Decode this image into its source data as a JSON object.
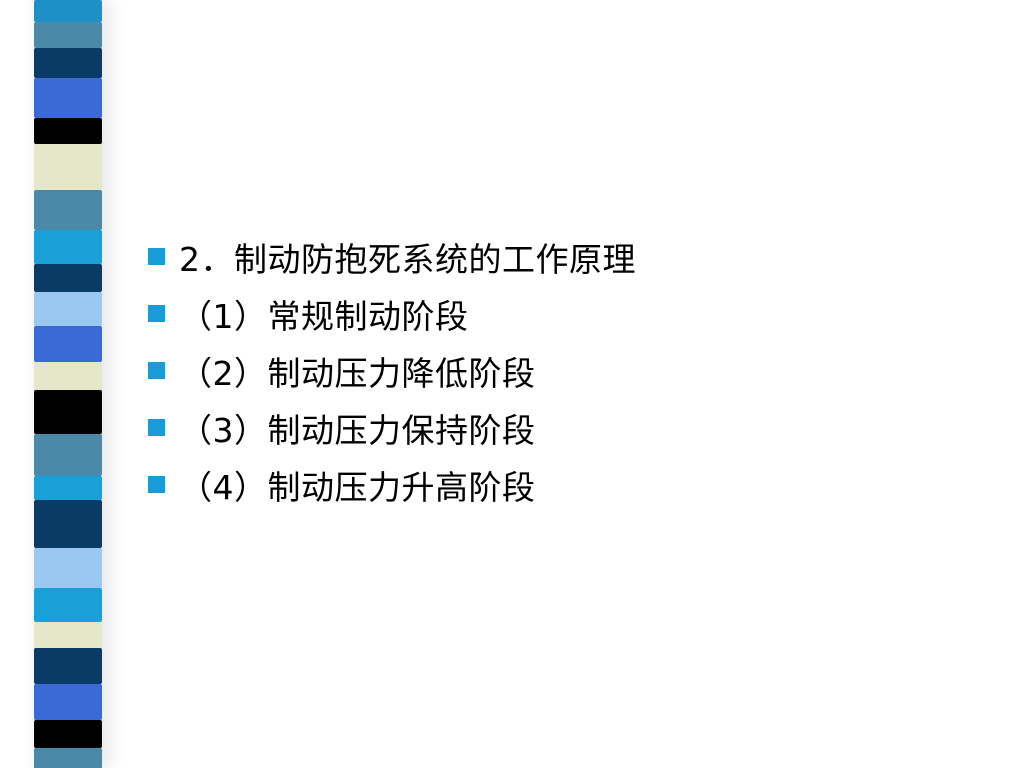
{
  "slide": {
    "bullets": [
      {
        "text": "2．制动防抱死系统的工作原理"
      },
      {
        "text": "（1）常规制动阶段"
      },
      {
        "text": "（2）制动压力降低阶段"
      },
      {
        "text": "（3）制动压力保持阶段"
      },
      {
        "text": "（4）制动压力升高阶段"
      }
    ]
  },
  "colors": {
    "bullet": "#1a9ad6",
    "ribbon": [
      "#1e90c8",
      "#4a8aa8",
      "#0a3a66",
      "#3a6ad6",
      "#000000",
      "#e6e6c8",
      "#4aa8d6",
      "#1aa0d8",
      "#9ac8f0"
    ]
  }
}
